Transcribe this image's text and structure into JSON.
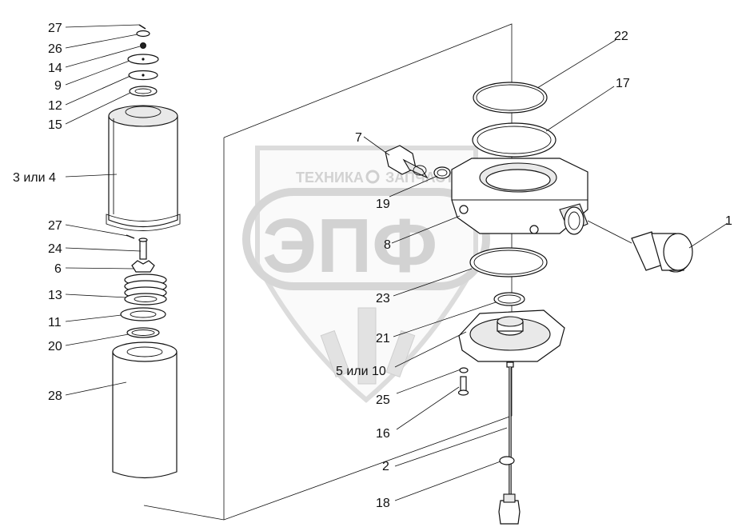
{
  "watermark": {
    "upper_text": "ТЕХНИКА",
    "upper_text_2": "ЗАПЧАСТИ",
    "big_text": "ЭПФ"
  },
  "callouts": {
    "c27_top": "27",
    "c26": "26",
    "c14": "14",
    "c9": "9",
    "c12": "12",
    "c15": "15",
    "c3or4": "3 или 4",
    "c27_mid": "27",
    "c24": "24",
    "c6": "6",
    "c13": "13",
    "c11": "11",
    "c20": "20",
    "c28": "28",
    "c7": "7",
    "c19": "19",
    "c8": "8",
    "c23": "23",
    "c21": "21",
    "c5or10": "5 или 10",
    "c25": "25",
    "c16": "16",
    "c2": "2",
    "c18": "18",
    "c22": "22",
    "c17": "17",
    "c1": "1"
  }
}
